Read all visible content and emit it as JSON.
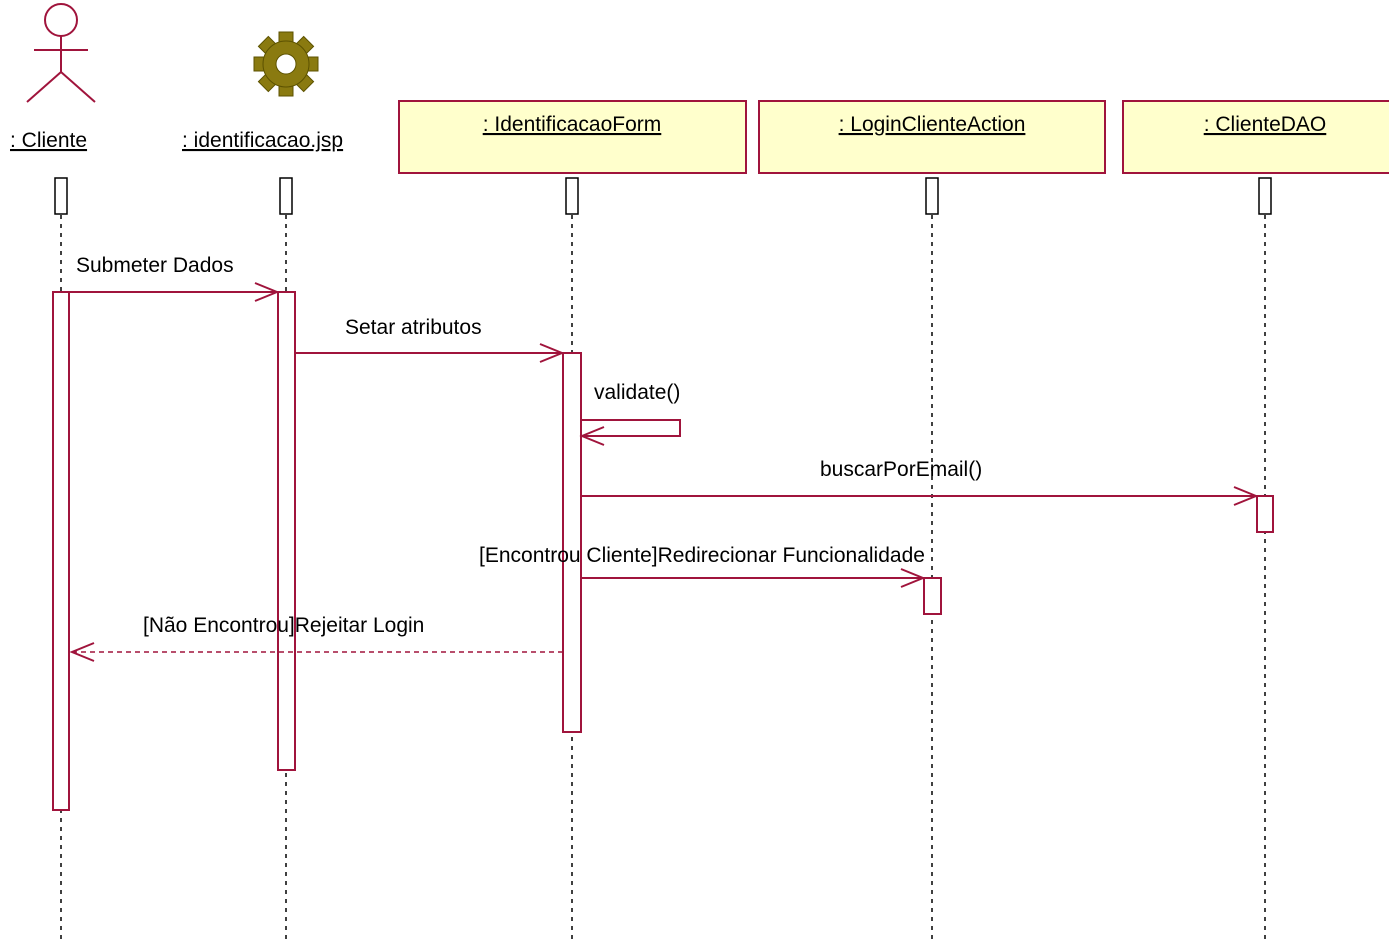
{
  "colors": {
    "line": "#a0143c",
    "object_fill": "#ffffcc",
    "background": "#ffffff",
    "gear": "#8a7a10"
  },
  "participants": [
    {
      "id": "cliente",
      "label": ": Cliente",
      "kind": "actor",
      "icon": "actor-stick-figure-icon"
    },
    {
      "id": "jsp",
      "label": ": identificacao.jsp",
      "kind": "boundary",
      "icon": "gear-icon"
    },
    {
      "id": "form",
      "label": ": IdentificacaoForm",
      "kind": "object"
    },
    {
      "id": "action",
      "label": ": LoginClienteAction",
      "kind": "object"
    },
    {
      "id": "dao",
      "label": ": ClienteDAO",
      "kind": "object"
    }
  ],
  "messages": [
    {
      "from": "cliente",
      "to": "jsp",
      "label": "Submeter Dados",
      "style": "solid"
    },
    {
      "from": "jsp",
      "to": "form",
      "label": "Setar atributos",
      "style": "solid"
    },
    {
      "from": "form",
      "to": "form",
      "label": "validate()",
      "style": "self"
    },
    {
      "from": "form",
      "to": "dao",
      "label": "buscarPorEmail()",
      "style": "solid"
    },
    {
      "from": "form",
      "to": "action",
      "label": "[Encontrou Cliente]Redirecionar Funcionalidade",
      "style": "solid"
    },
    {
      "from": "form",
      "to": "cliente",
      "label": "[Não Encontrou]Rejeitar Login",
      "style": "dashed-return"
    }
  ]
}
